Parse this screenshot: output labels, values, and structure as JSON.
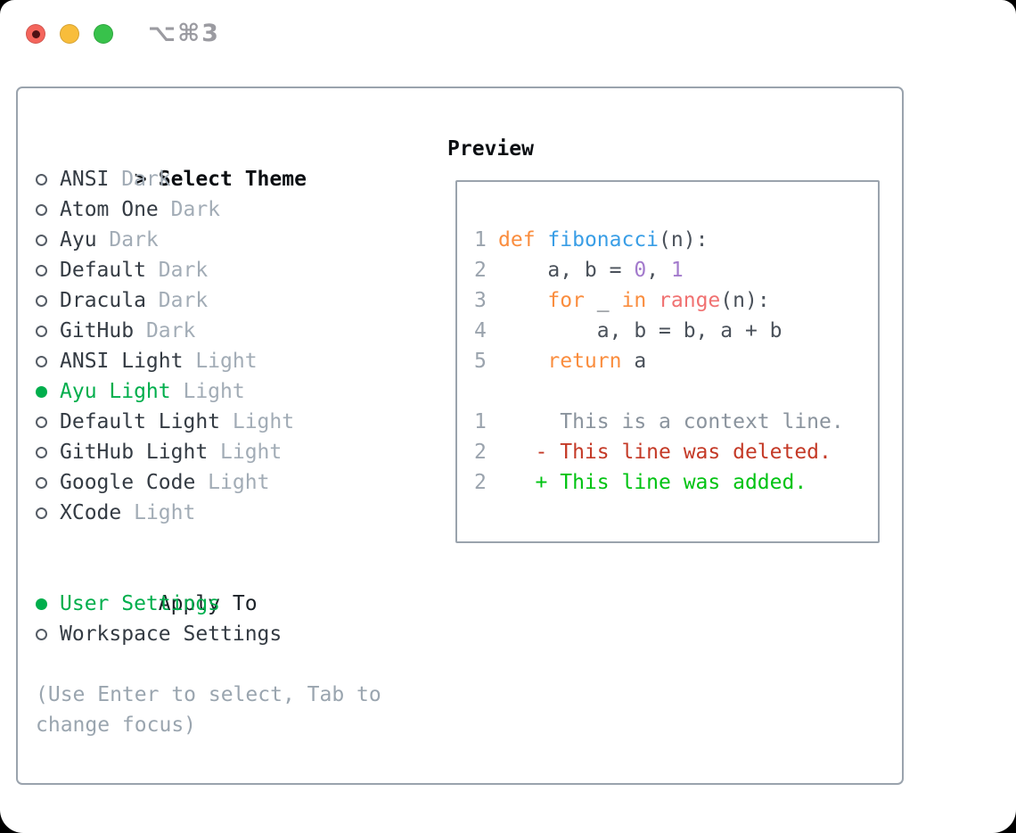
{
  "window": {
    "title": "⌥⌘3",
    "traffic_lights": [
      {
        "name": "close",
        "color": "#f4655c",
        "has_dot": true
      },
      {
        "name": "minimize",
        "color": "#f8bd3b",
        "has_dot": false
      },
      {
        "name": "zoom",
        "color": "#38c24b",
        "has_dot": false
      }
    ]
  },
  "theme_panel": {
    "header": {
      "marker": ">",
      "label": "Select Theme"
    },
    "themes": [
      {
        "name": "ANSI",
        "variant": "Dark",
        "selected": false
      },
      {
        "name": "Atom One",
        "variant": "Dark",
        "selected": false
      },
      {
        "name": "Ayu",
        "variant": "Dark",
        "selected": false
      },
      {
        "name": "Default",
        "variant": "Dark",
        "selected": false
      },
      {
        "name": "Dracula",
        "variant": "Dark",
        "selected": false
      },
      {
        "name": "GitHub",
        "variant": "Dark",
        "selected": false
      },
      {
        "name": "ANSI Light",
        "variant": "Light",
        "selected": false
      },
      {
        "name": "Ayu Light",
        "variant": "Light",
        "selected": true
      },
      {
        "name": "Default Light",
        "variant": "Light",
        "selected": false
      },
      {
        "name": "GitHub Light",
        "variant": "Light",
        "selected": false
      },
      {
        "name": "Google Code",
        "variant": "Light",
        "selected": false
      },
      {
        "name": "XCode",
        "variant": "Light",
        "selected": false
      }
    ],
    "apply_to": {
      "label": "Apply To",
      "options": [
        {
          "name": "User Settings",
          "selected": true
        },
        {
          "name": "Workspace Settings",
          "selected": false
        }
      ]
    },
    "help_lines": [
      "(Use Enter to select, Tab to",
      "change focus)"
    ]
  },
  "preview": {
    "label": "Preview",
    "lines": [
      {
        "num": "1",
        "tokens": [
          {
            "text": "def",
            "color": "keyword"
          },
          {
            "text": " ",
            "color": "code_fg"
          },
          {
            "text": "fibonacci",
            "color": "function"
          },
          {
            "text": "(n):",
            "color": "code_fg"
          }
        ]
      },
      {
        "num": "2",
        "tokens": [
          {
            "text": "    a, b = ",
            "color": "code_fg"
          },
          {
            "text": "0",
            "color": "number"
          },
          {
            "text": ", ",
            "color": "code_fg"
          },
          {
            "text": "1",
            "color": "number"
          }
        ]
      },
      {
        "num": "3",
        "tokens": [
          {
            "text": "    ",
            "color": "code_fg"
          },
          {
            "text": "for",
            "color": "keyword"
          },
          {
            "text": " _ ",
            "color": "code_fg"
          },
          {
            "text": "in",
            "color": "keyword"
          },
          {
            "text": " ",
            "color": "code_fg"
          },
          {
            "text": "range",
            "color": "builtin"
          },
          {
            "text": "(n):",
            "color": "code_fg"
          }
        ]
      },
      {
        "num": "4",
        "tokens": [
          {
            "text": "        a, b = b, a + b",
            "color": "code_fg"
          }
        ]
      },
      {
        "num": "5",
        "tokens": [
          {
            "text": "    ",
            "color": "code_fg"
          },
          {
            "text": "return",
            "color": "keyword"
          },
          {
            "text": " a",
            "color": "code_fg"
          }
        ]
      },
      {
        "num": "",
        "tokens": []
      },
      {
        "num": "1",
        "tokens": [
          {
            "text": "     This is a context line.",
            "color": "context"
          }
        ]
      },
      {
        "num": "2",
        "tokens": [
          {
            "text": "   - This line was deleted.",
            "color": "deleted"
          }
        ]
      },
      {
        "num": "2",
        "tokens": [
          {
            "text": "   + This line was added.",
            "color": "added"
          }
        ]
      }
    ]
  },
  "colors": {
    "light-red": "#f4655c",
    "light-red-dot": "#4e1114",
    "light-yellow": "#f8bd3b",
    "light-green": "#38c24b",
    "border": "#9aa3ad",
    "item-fg": "#343b43",
    "muted": "#a2acb6",
    "help": "#9aa5af",
    "selection": "#00ae4c",
    "line-number": "#9aa3ad",
    "code_fg": "#4a515a",
    "keyword": "#fa8d3e",
    "function": "#399ee6",
    "number": "#a37acc",
    "builtin": "#f07171",
    "context": "#8a939d",
    "deleted": "#c43a27",
    "added": "#00c312"
  }
}
